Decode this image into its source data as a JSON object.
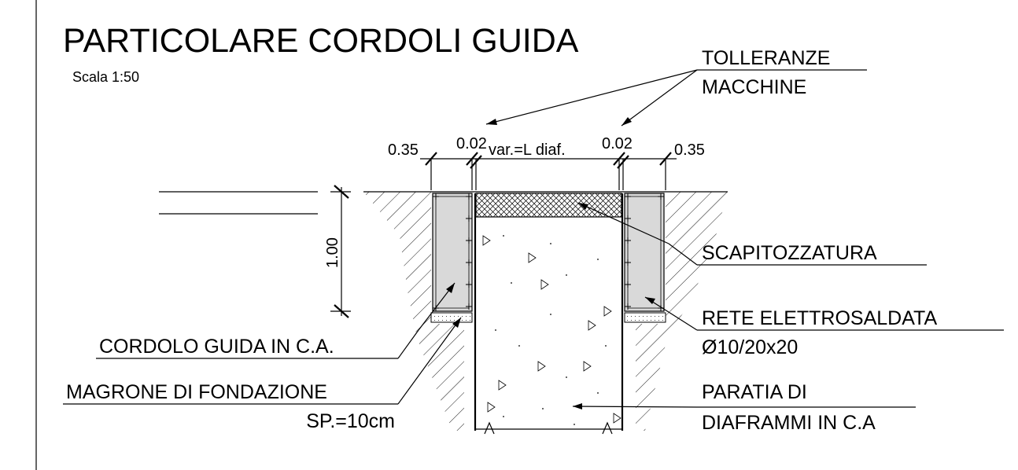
{
  "drawing": {
    "title": "PARTICOLARE CORDOLI GUIDA",
    "scale": "Scala 1:50",
    "dimensions": {
      "left_curb_width": "0.35",
      "left_tolerance": "0.02",
      "diaphragm_width": "var.=L diaf.",
      "right_tolerance": "0.02",
      "right_curb_width": "0.35",
      "curb_height": "1.00"
    },
    "labels": {
      "tolerances_line1": "TOLLERANZE",
      "tolerances_line2": "MACCHINE",
      "scapitozzatura": "SCAPITOZZATURA",
      "mesh_line1": "RETE ELETTROSALDATA",
      "mesh_line2": "Ø10/20x20",
      "curb": "CORDOLO GUIDA IN C.A.",
      "lean_line1": "MAGRONE DI FONDAZIONE",
      "lean_line2": "SP.=10cm",
      "wall_line1": "PARATIA DI",
      "wall_line2": "DIAFRAMMI IN C.A"
    }
  }
}
